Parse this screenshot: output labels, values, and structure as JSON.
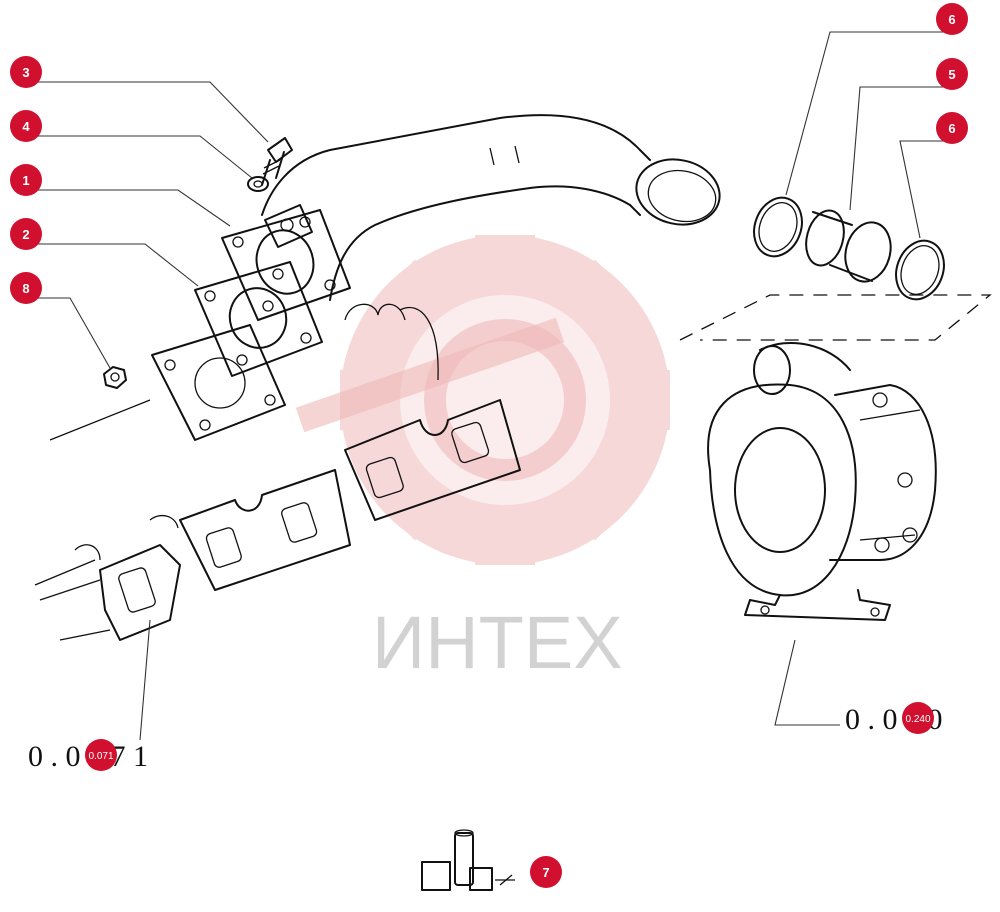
{
  "watermark": {
    "text": "ИНТЕХ",
    "color": "#e8393a"
  },
  "callouts": [
    {
      "id": "c6a",
      "label": "6",
      "color": "#d0102e"
    },
    {
      "id": "c5",
      "label": "5",
      "color": "#d0102e"
    },
    {
      "id": "c6b",
      "label": "6",
      "color": "#d0102e"
    },
    {
      "id": "c3",
      "label": "3",
      "color": "#d0102e"
    },
    {
      "id": "c4",
      "label": "4",
      "color": "#d0102e"
    },
    {
      "id": "c1",
      "label": "1",
      "color": "#d0102e"
    },
    {
      "id": "c2",
      "label": "2",
      "color": "#d0102e"
    },
    {
      "id": "c8",
      "label": "8",
      "color": "#d0102e"
    },
    {
      "id": "c7",
      "label": "7",
      "color": "#d0102e"
    }
  ],
  "references": {
    "left": {
      "text": "0 . 0 7 7 1",
      "badge": "0.071"
    },
    "right": {
      "text": "0 . 0 4 0",
      "badge": "0.240"
    }
  }
}
